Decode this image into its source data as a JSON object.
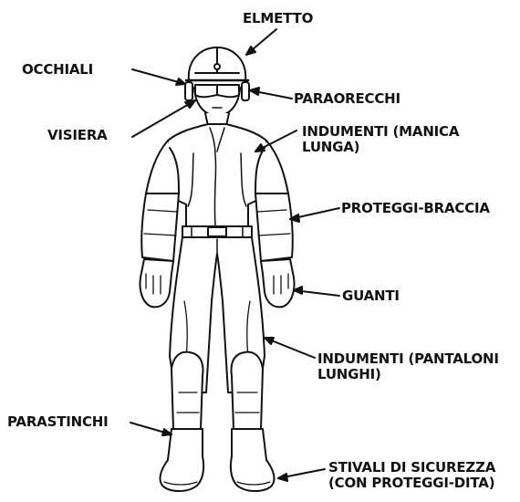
{
  "labels": {
    "elmetto": "ELMETTO",
    "occhiali": "OCCHIALI",
    "paraorecchi": "PARAORECCHI",
    "visiera": "VISIERA",
    "indumenti_manica": [
      "INDUMENTI (MANICA",
      "LUNGA)"
    ],
    "proteggi_braccia": "PROTEGGI-BRACCIA",
    "guanti": "GUANTI",
    "indumenti_pantaloni": [
      "INDUMENTI (PANTALONI",
      "LUNGHI)"
    ],
    "parastinchi": "PARASTINCHI",
    "stivali": [
      "STIVALI DI SICUREZZA",
      "(CON PROTEGGI-DITA)"
    ]
  }
}
